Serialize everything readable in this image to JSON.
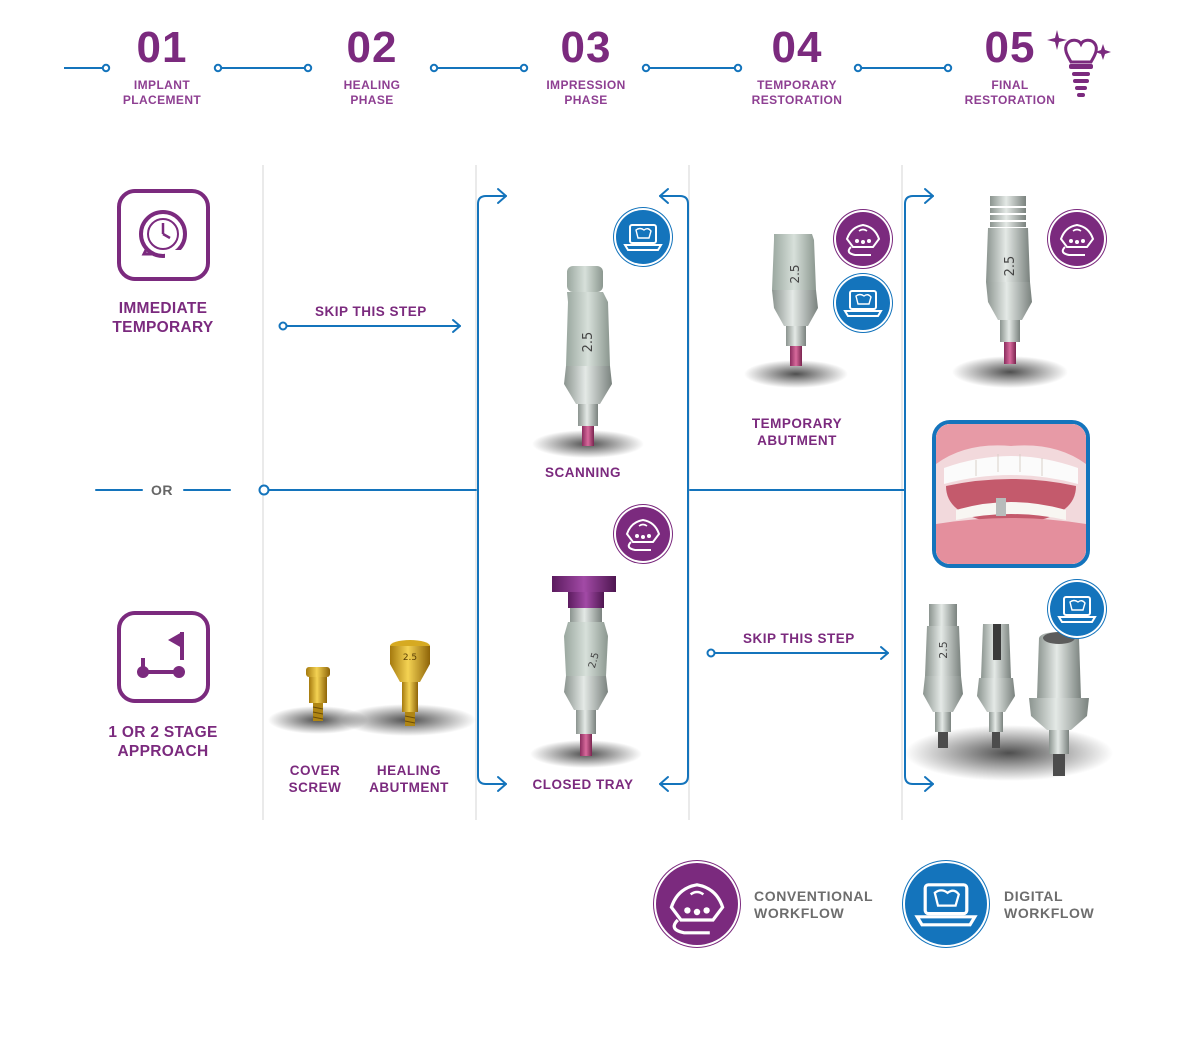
{
  "steps": [
    {
      "number": "01",
      "label_line1": "IMPLANT",
      "label_line2": "PLACEMENT"
    },
    {
      "number": "02",
      "label_line1": "HEALING",
      "label_line2": "PHASE"
    },
    {
      "number": "03",
      "label_line1": "IMPRESSION",
      "label_line2": "PHASE"
    },
    {
      "number": "04",
      "label_line1": "TEMPORARY",
      "label_line2": "RESTORATION"
    },
    {
      "number": "05",
      "label_line1": "FINAL",
      "label_line2": "RESTORATION"
    }
  ],
  "sections": {
    "immediate": {
      "line1": "IMMEDIATE",
      "line2": "TEMPORARY",
      "icon": "clock-icon"
    },
    "staged": {
      "line1": "1 OR 2 STAGE",
      "line2": "APPROACH",
      "icon": "flag-path-icon"
    },
    "or_text": "OR"
  },
  "skip_label": "SKIP THIS STEP",
  "captions": {
    "cover_screw_line1": "COVER",
    "cover_screw_line2": "SCREW",
    "healing_abutment_line1": "HEALING",
    "healing_abutment_line2": "ABUTMENT",
    "scanning": "SCANNING",
    "closed_tray": "CLOSED TRAY",
    "temporary_abutment_line1": "TEMPORARY",
    "temporary_abutment_line2": "ABUTMENT"
  },
  "engravings": {
    "size": "2.5"
  },
  "legend": {
    "conventional_line1": "CONVENTIONAL",
    "conventional_line2": "WORKFLOW",
    "digital_line1": "DIGITAL",
    "digital_line2": "WORKFLOW"
  },
  "colors": {
    "purple": "#7b2a7e",
    "blue": "#1474bc",
    "gold": "#e0b52c",
    "metal": "#c9cfcb"
  }
}
